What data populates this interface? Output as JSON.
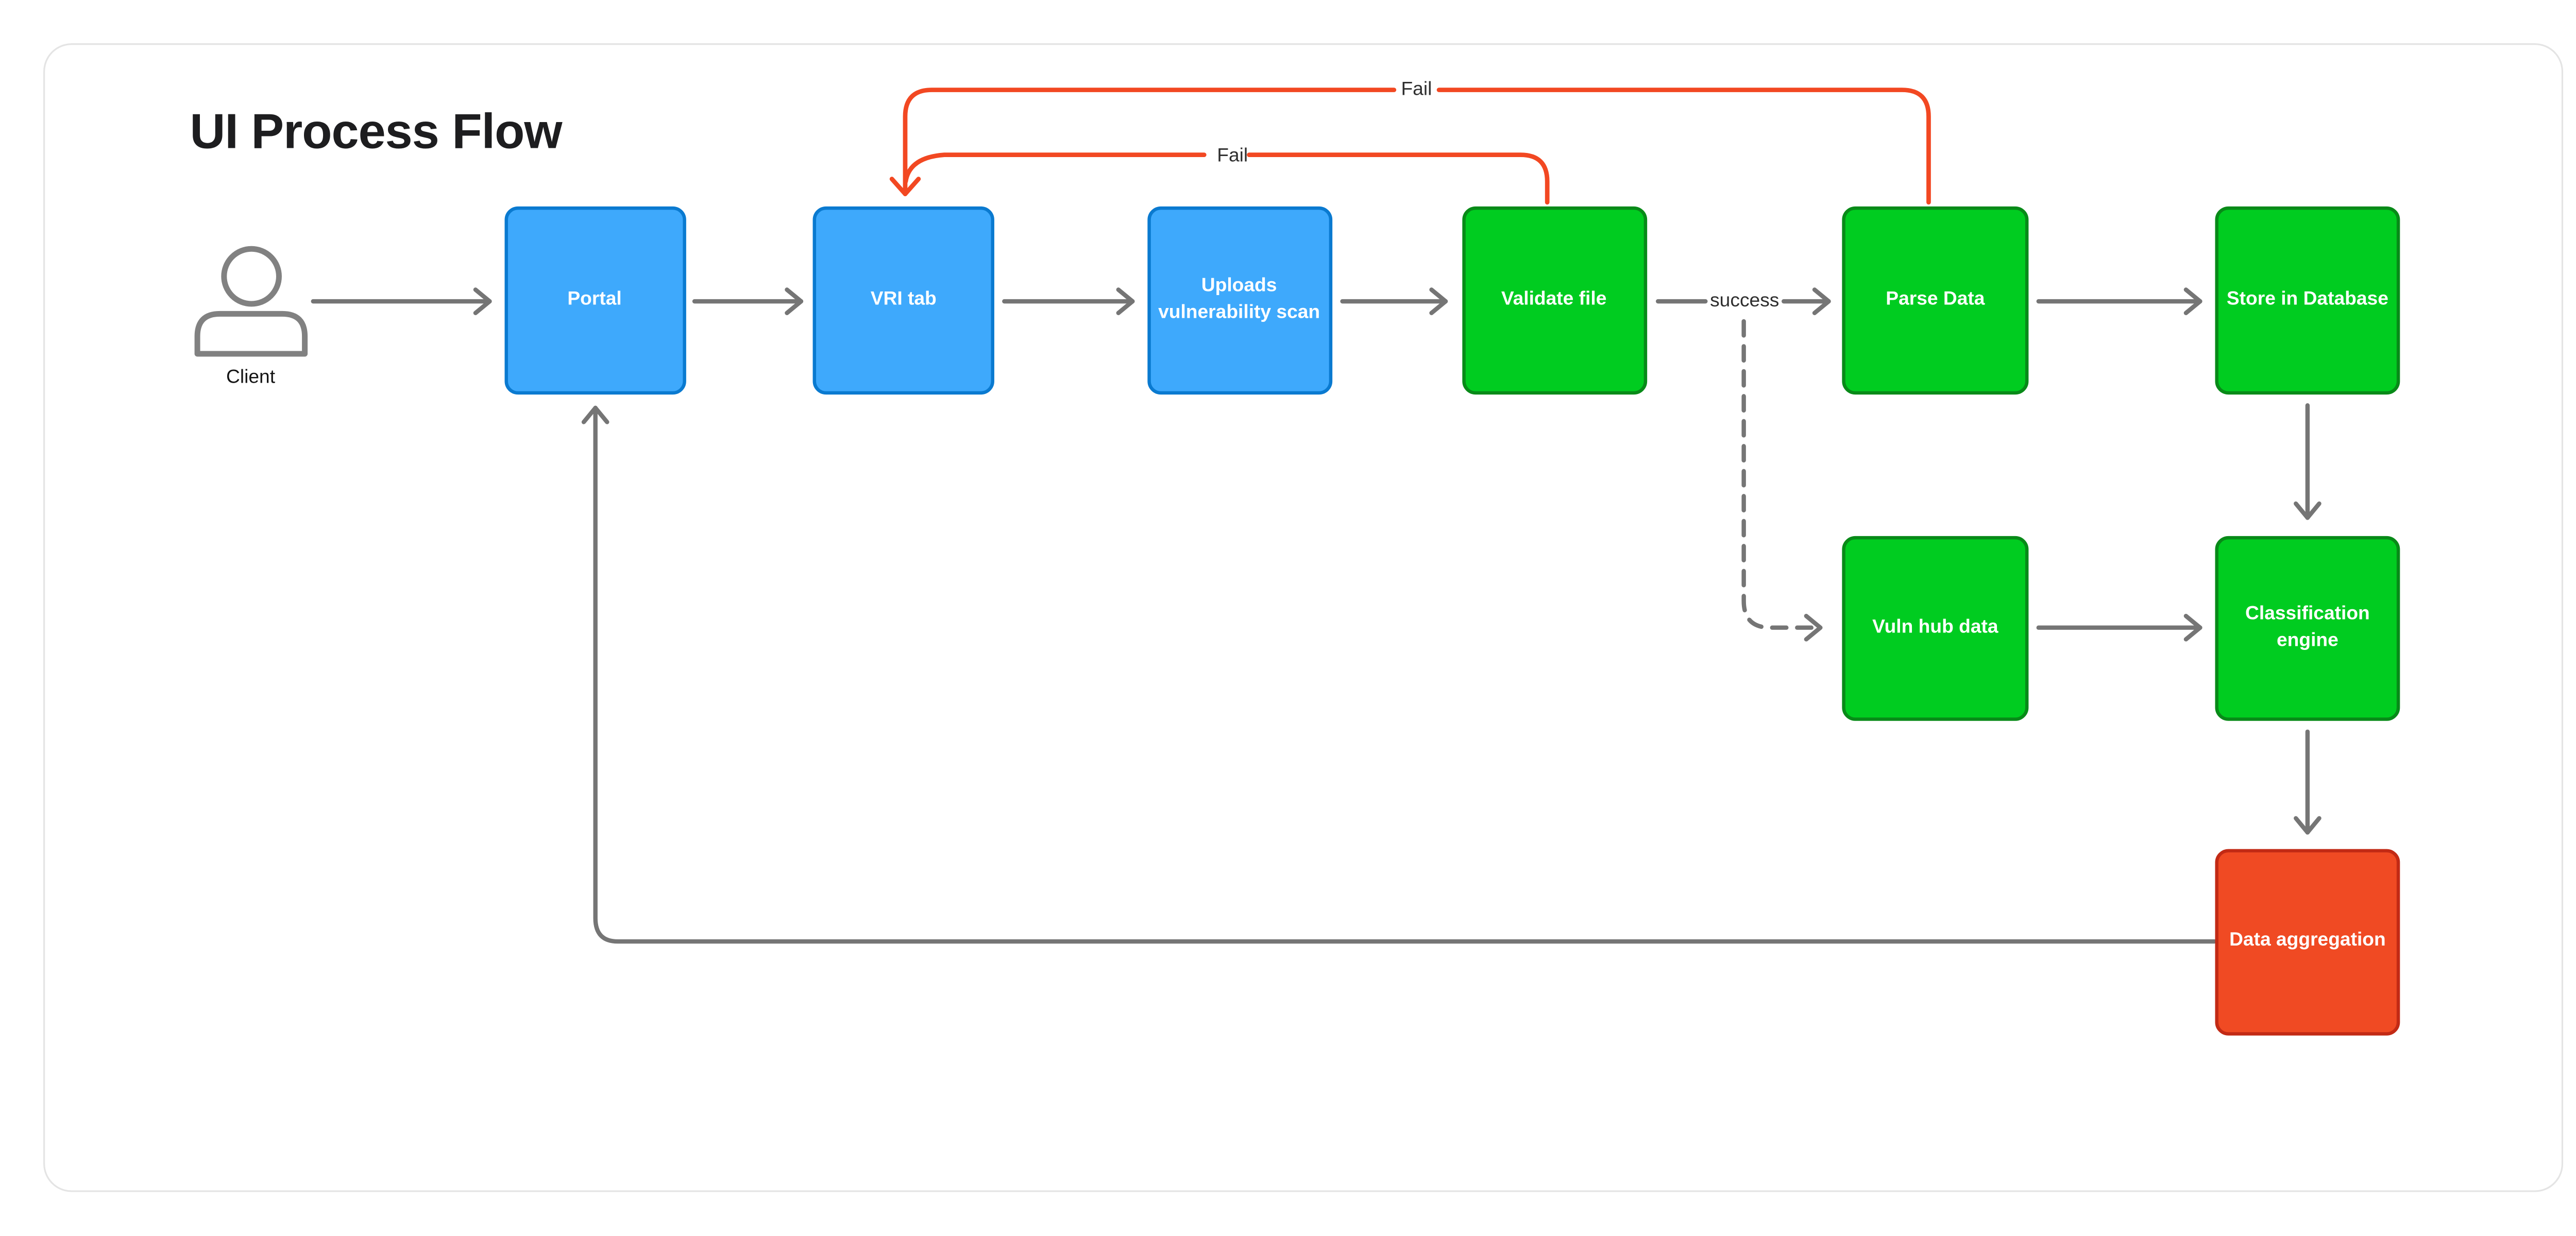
{
  "title": "UI Process Flow",
  "labels": {
    "actor": "Client",
    "success": "success",
    "fail_top": "Fail",
    "fail_mid": "Fail"
  },
  "nodes": [
    {
      "id": "portal",
      "label": "Portal",
      "color": "blue"
    },
    {
      "id": "vri-tab",
      "label": "VRI tab",
      "color": "blue"
    },
    {
      "id": "uploads",
      "label": "Uploads vulnerability scan",
      "color": "blue"
    },
    {
      "id": "validate-file",
      "label": "Validate file",
      "color": "green"
    },
    {
      "id": "parse-data",
      "label": "Parse Data",
      "color": "green"
    },
    {
      "id": "store-db",
      "label": "Store in Database",
      "color": "green"
    },
    {
      "id": "vuln-hub",
      "label": "Vuln hub data",
      "color": "green"
    },
    {
      "id": "classification",
      "label": "Classification engine",
      "color": "green"
    },
    {
      "id": "aggregation",
      "label": "Data aggregation",
      "color": "red"
    }
  ],
  "edges": [
    {
      "from": "client",
      "to": "portal",
      "style": "solid",
      "label": ""
    },
    {
      "from": "portal",
      "to": "vri-tab",
      "style": "solid",
      "label": ""
    },
    {
      "from": "vri-tab",
      "to": "uploads",
      "style": "solid",
      "label": ""
    },
    {
      "from": "uploads",
      "to": "validate-file",
      "style": "solid",
      "label": ""
    },
    {
      "from": "validate-file",
      "to": "parse-data",
      "style": "solid",
      "label": "success"
    },
    {
      "from": "parse-data",
      "to": "store-db",
      "style": "solid",
      "label": ""
    },
    {
      "from": "store-db",
      "to": "classification",
      "style": "solid",
      "label": ""
    },
    {
      "from": "vuln-hub",
      "to": "classification",
      "style": "solid",
      "label": ""
    },
    {
      "from": "classification",
      "to": "aggregation",
      "style": "solid",
      "label": ""
    },
    {
      "from": "aggregation",
      "to": "portal",
      "style": "solid",
      "label": ""
    },
    {
      "from": "validate-file",
      "to": "vuln-hub",
      "style": "dashed",
      "label": ""
    },
    {
      "from": "validate-file",
      "to": "vri-tab",
      "style": "fail",
      "label": "Fail"
    },
    {
      "from": "parse-data",
      "to": "vri-tab",
      "style": "fail",
      "label": "Fail"
    }
  ],
  "colors": {
    "node-blue": "#3EA9FC",
    "node-blue-border": "#0A7AD0",
    "node-green": "#00CC20",
    "node-green-border": "#088A18",
    "node-red": "#F04A23",
    "node-red-border": "#C22A15",
    "edge-gray": "#757575",
    "edge-fail": "#F24822",
    "card-border": "#E4E4E4",
    "text-dark": "#1D1D1F",
    "label-white": "#FFFFFF"
  }
}
